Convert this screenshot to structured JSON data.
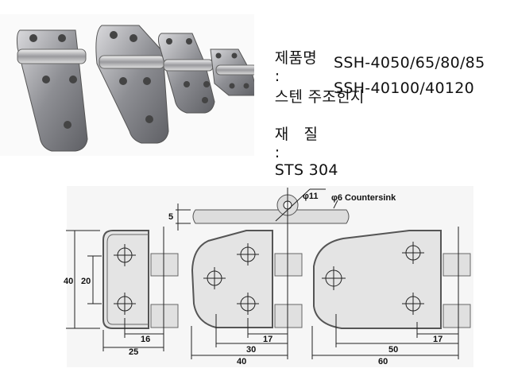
{
  "spec": {
    "product_label": "제품명",
    "separator": ":",
    "product_name": "스텐 주조힌지",
    "models_line1": "SSH-4050/65/80/85",
    "models_line2": "SSH-40100/40120",
    "material_label": "재   질",
    "material_value": "STS 304"
  },
  "drawing": {
    "dim_thickness": "5",
    "dim_knuckle": "φ11",
    "dim_countersink": "φ6 Countersink",
    "small": {
      "height": "40",
      "hole_pitch": "20",
      "hole_offset": "16",
      "width": "25"
    },
    "medium": {
      "hole_offset": "17",
      "hole_span": "30",
      "width": "40"
    },
    "large": {
      "hole_offset": "17",
      "hole_span": "50",
      "width": "60"
    }
  }
}
